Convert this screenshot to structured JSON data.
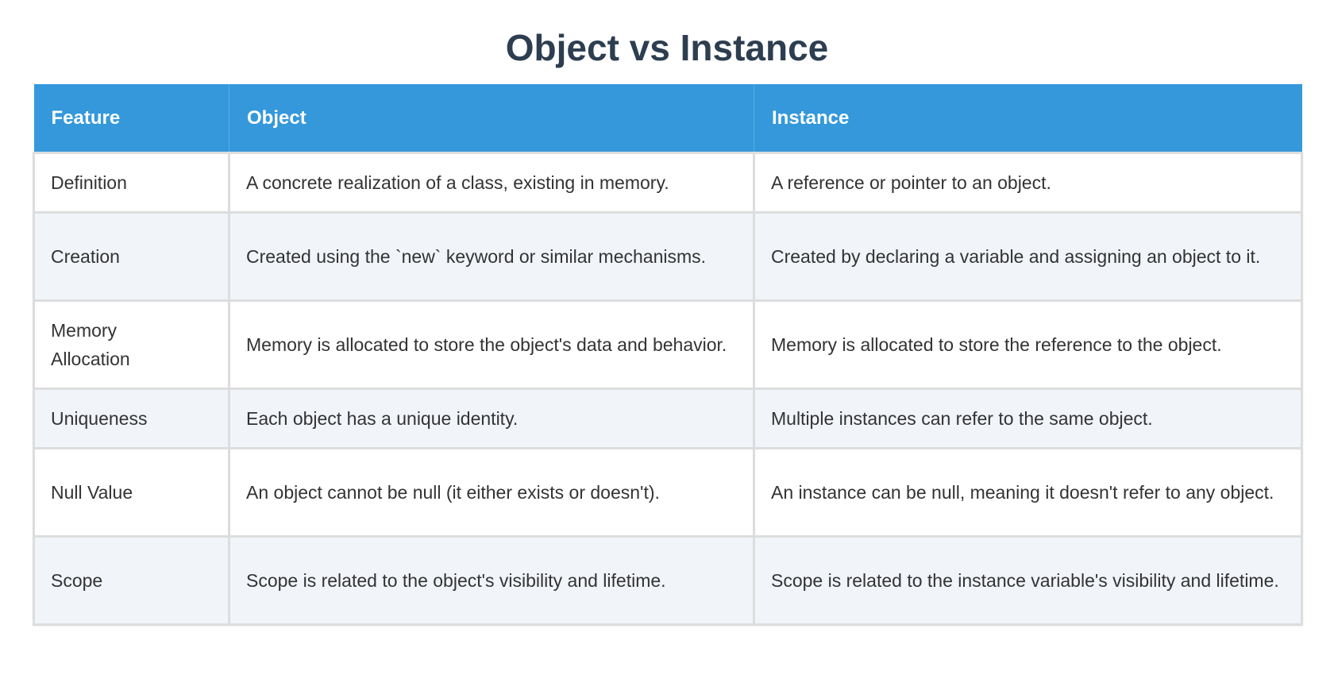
{
  "page": {
    "title": "Object vs Instance"
  },
  "colors": {
    "title": "#2c3e50",
    "header_bg": "#3498db",
    "header_text": "#ffffff",
    "row_alt_bg": "#f1f4f9",
    "border": "#dddddd"
  },
  "table": {
    "headers": [
      "Feature",
      "Object",
      "Instance"
    ],
    "rows": [
      {
        "feature": "Definition",
        "object": "A concrete realization of a class, existing in memory.",
        "instance": "A reference or pointer to an object."
      },
      {
        "feature": "Creation",
        "object": "Created using the `new` keyword or similar mechanisms.",
        "instance": "Created by declaring a variable and assigning an object to it."
      },
      {
        "feature": "Memory Allocation",
        "object": "Memory is allocated to store the object's data and behavior.",
        "instance": "Memory is allocated to store the reference to the object."
      },
      {
        "feature": "Uniqueness",
        "object": "Each object has a unique identity.",
        "instance": "Multiple instances can refer to the same object."
      },
      {
        "feature": "Null Value",
        "object": "An object cannot be null (it either exists or doesn't).",
        "instance": "An instance can be null, meaning it doesn't refer to any object."
      },
      {
        "feature": "Scope",
        "object": "Scope is related to the object's visibility and lifetime.",
        "instance": "Scope is related to the instance variable's visibility and lifetime."
      }
    ]
  }
}
